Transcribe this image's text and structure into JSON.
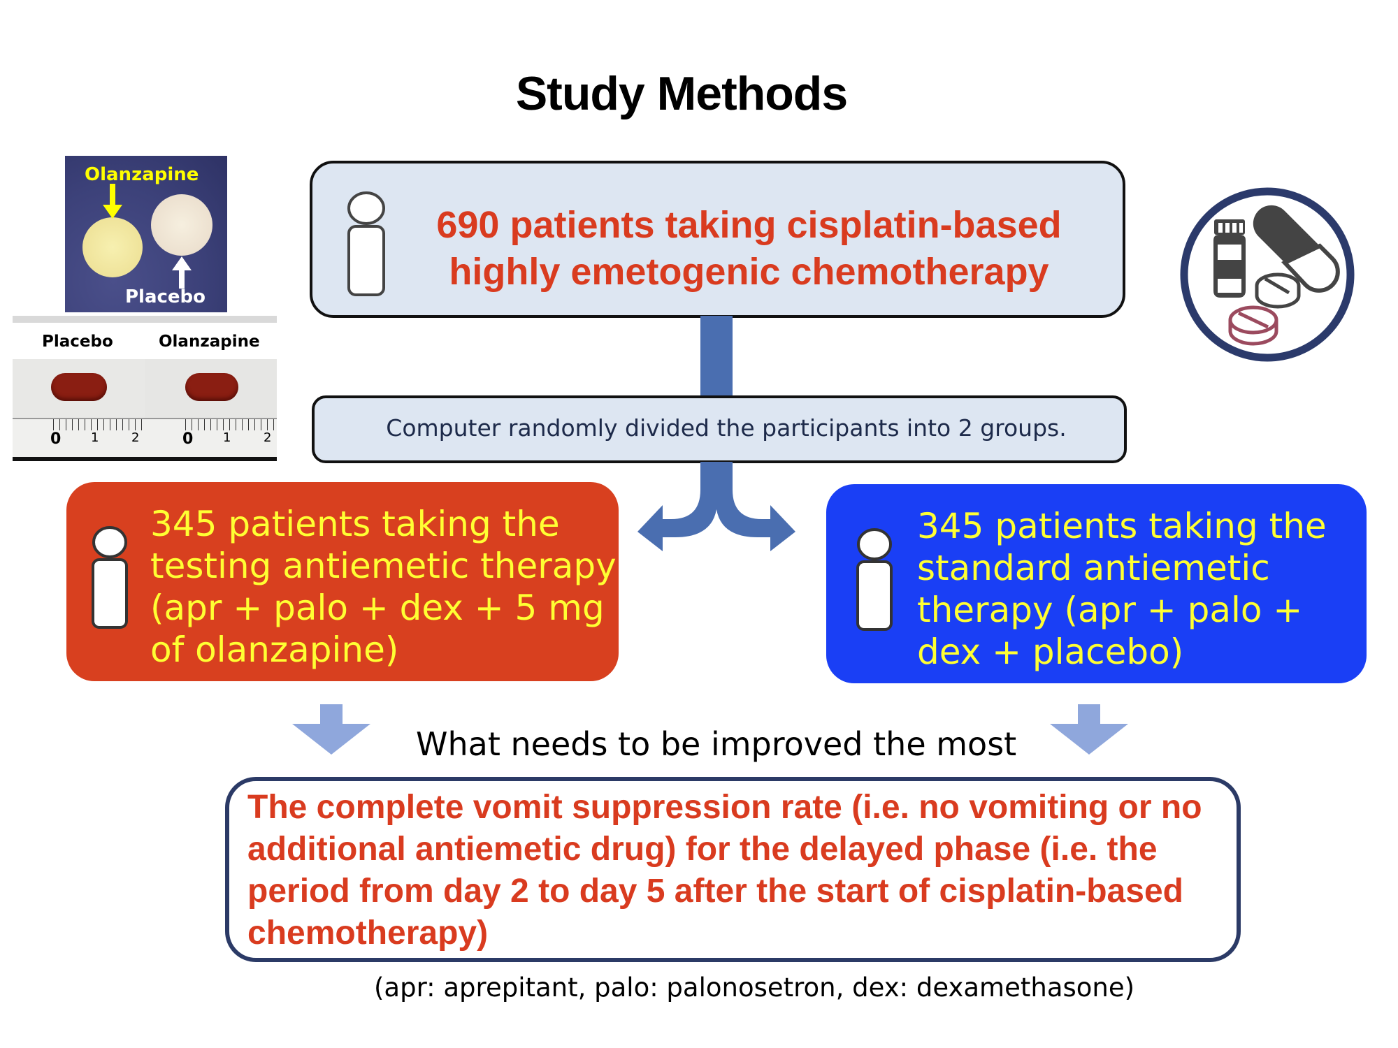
{
  "title": "Study Methods",
  "enrollment": {
    "text": "690 patients taking cisplatin-based highly emetogenic chemotherapy",
    "person_icon": "person-icon"
  },
  "randomization": {
    "text": "Computer randomly divided the participants into 2 groups."
  },
  "groups": [
    {
      "id": "testing",
      "text": "345 patients taking the\ntesting antiemetic therapy\n(apr + palo + dex + 5 mg\nof olanzapine)",
      "color": "#d8401f",
      "text_color": "#ffff33",
      "person_icon": "person-icon"
    },
    {
      "id": "standard",
      "text": "345 patients taking the\nstandard antiemetic\ntherapy (apr + palo +\ndex + placebo)",
      "color": "#1a3ff5",
      "text_color": "#ffff33",
      "person_icon": "person-icon"
    }
  ],
  "outcome": {
    "heading": "What needs to be improved the most",
    "text": "The complete vomit suppression rate (i.e. no vomiting or no additional antiemetic drug) for the delayed phase (i.e. the period from day 2 to day 5 after the start of cisplatin-based chemotherapy)"
  },
  "footnote": "(apr: aprepitant, palo: palonosetron, dex: dexamethasone)",
  "photos": {
    "tablets": {
      "olanzapine_label": "Olanzapine",
      "placebo_label": "Placebo"
    },
    "capsules": {
      "left_label": "Placebo",
      "right_label": "Olanzapine",
      "ruler_ticks": [
        "0",
        "1",
        "2"
      ]
    }
  },
  "medicine_icon": "medicine-bottle-pills-icon",
  "colors": {
    "accent_red": "#d93b1f",
    "flow_blue": "#4a6eb0",
    "arrow_light_blue": "#8fa7dc",
    "box_fill": "#dde6f2",
    "outcome_border": "#2b3a66"
  }
}
